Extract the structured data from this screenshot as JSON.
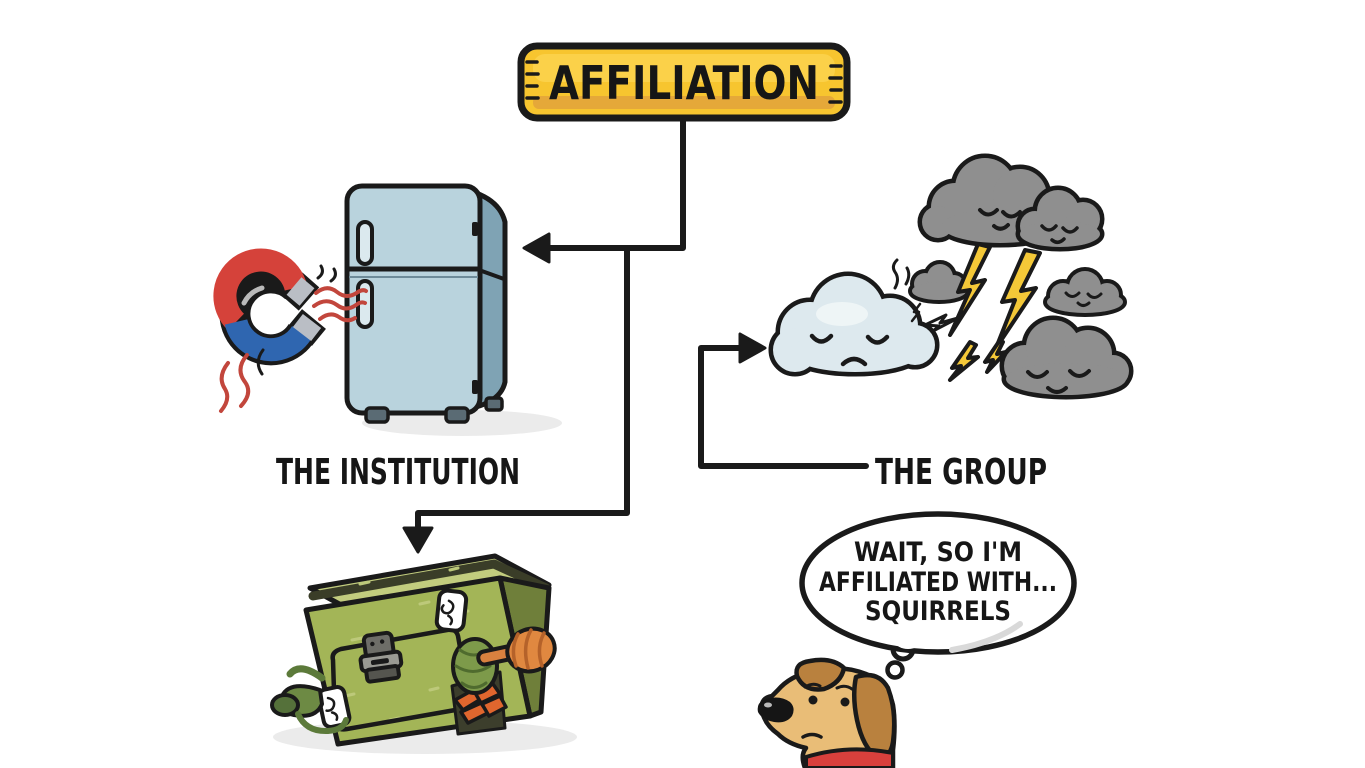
{
  "banner": {
    "label": "AFFILIATION"
  },
  "branches": {
    "institution": {
      "label": "THE INSTITUTION",
      "illustration": "refrigerator-with-horseshoe-magnet"
    },
    "group": {
      "label": "THE GROUP",
      "illustration": "sad-pale-cloud-with-sleepy-storm-clouds-and-lightning"
    },
    "vault": {
      "illustration": "green-chest-stuffed-with-vegetables"
    }
  },
  "thought_bubble": {
    "speaker": "worried-dog",
    "lines": [
      "WAIT, SO I'M",
      "AFFILIATED WITH...",
      "SQUIRRELS"
    ]
  },
  "colors": {
    "outline": "#1a1a1a",
    "banner_yellow": "#f7c52f",
    "banner_highlight": "#ffdb5e",
    "banner_shadow": "#e2a23b",
    "fridge_blue": "#b9d3dd",
    "fridge_side_blue": "#7fa3b4",
    "fridge_handle": "#dbe9ee",
    "fridge_foot": "#5a6b74",
    "magnet_red": "#d5423a",
    "magnet_blue": "#2f66b0",
    "magnet_tip_gray": "#babec5",
    "wave_red": "#c2463c",
    "sad_cloud_blue": "#dde9ee",
    "storm_cloud_gray": "#8f8f8f",
    "lightning_yellow": "#f4c838",
    "chest_green": "#a3b557",
    "chest_top_green": "#c2cc7e",
    "chest_side_green": "#6f7f3a",
    "chest_rim_dark": "#3a3d28",
    "latch_gray": "#9a9a93",
    "latch_dark": "#55554f",
    "veg_artichoke_green": "#7d9a4a",
    "veg_orange": "#e08840",
    "slat_orange": "#e0662e",
    "vine_green": "#5c7a3a",
    "dog_tan": "#e9bd77",
    "dog_ear_brown": "#b9813e",
    "collar_red": "#d8403c",
    "bubble_white": "#ffffff",
    "shadow_gray": "#ebebeb",
    "text_black": "#161616"
  }
}
